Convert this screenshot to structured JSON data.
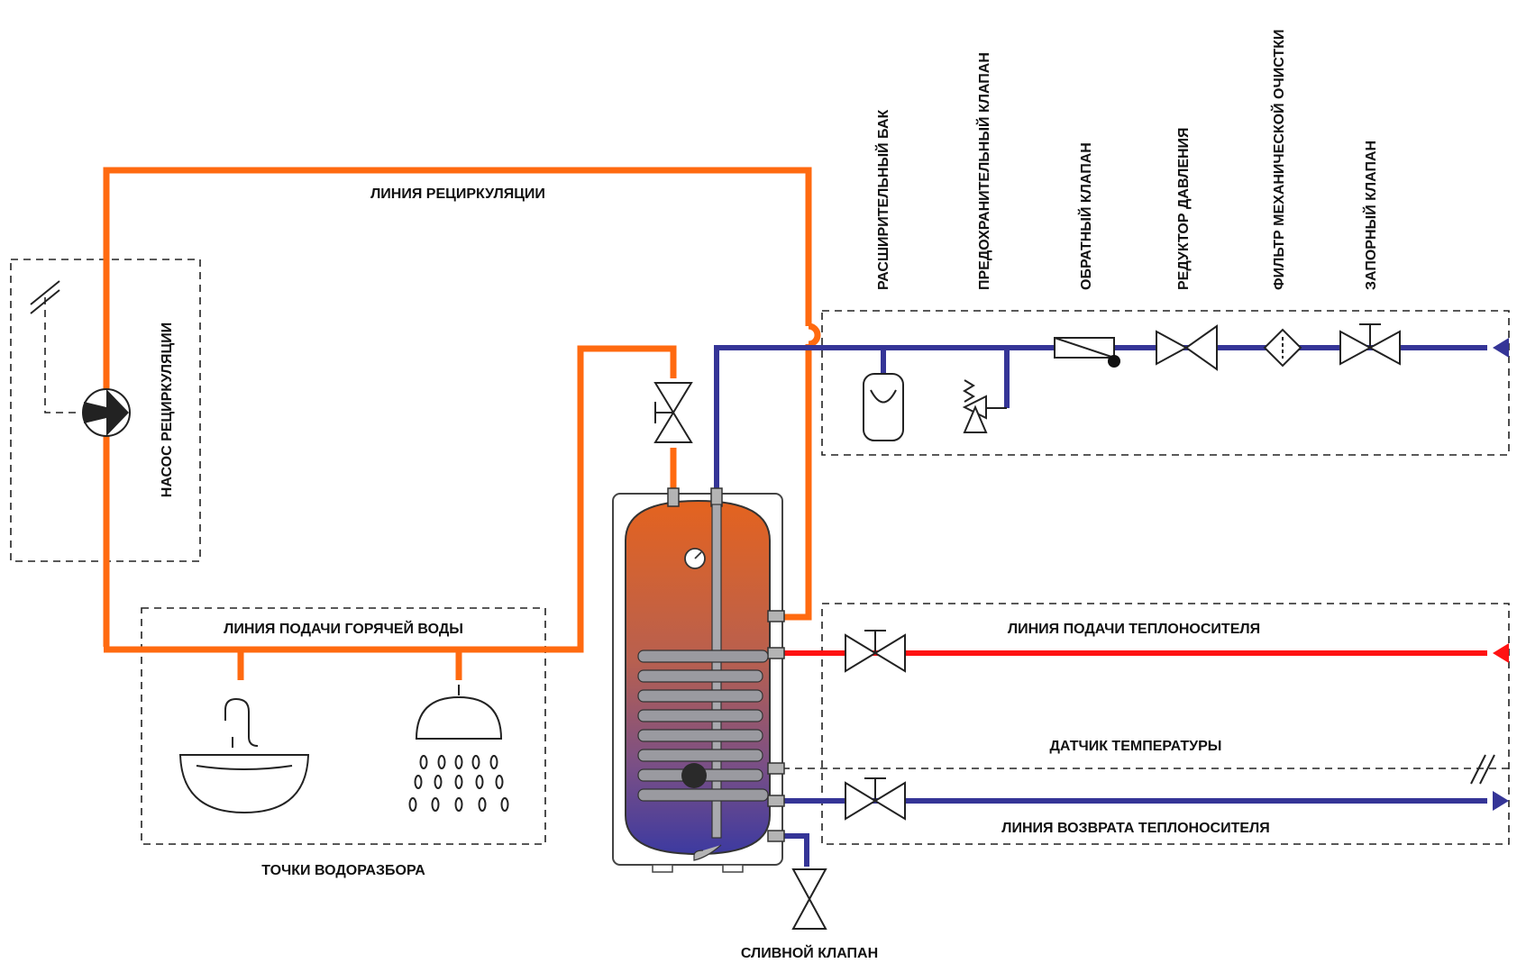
{
  "labels": {
    "recirc_line": "ЛИНИЯ РЕЦИРКУЛЯЦИИ",
    "recirc_pump": "НАСОС РЕЦИРКУЛЯЦИИ",
    "hot_supply": "ЛИНИЯ ПОДАЧИ ГОРЯЧЕЙ ВОДЫ",
    "draw_points": "ТОЧКИ ВОДОРАЗБОРА",
    "drain_valve": "СЛИВНОЙ КЛАПАН",
    "heat_supply": "ЛИНИЯ ПОДАЧИ ТЕПЛОНОСИТЕЛЯ",
    "temp_sensor": "ДАТЧИК ТЕМПЕРАТУРЫ",
    "heat_return": "ЛИНИЯ ВОЗВРАТА ТЕПЛОНОСИТЕЛЯ",
    "expansion_tank": "РАСШИРИТЕЛЬНЫЙ БАК",
    "safety_valve": "ПРЕДОХРАНИТЕЛЬНЫЙ КЛАПАН",
    "check_valve": "ОБРАТНЫЙ КЛАПАН",
    "pressure_reducer": "РЕДУКТОР ДАВЛЕНИЯ",
    "filter": "ФИЛЬТР МЕХАНИЧЕСКОЙ ОЧИСТКИ",
    "shutoff_valve": "ЗАПОРНЫЙ КЛАПАН"
  },
  "colors": {
    "hot_water": "#ff6a10",
    "cold_water": "#353597",
    "heat_supply": "#ff1212",
    "tank_top": "#e4631f",
    "tank_bottom": "#3d3aa0",
    "coil": "#9a9aa0"
  },
  "icons": [
    "recirculation-pump-icon",
    "expansion-tank-icon",
    "safety-valve-icon",
    "check-valve-icon",
    "pressure-reducer-icon",
    "filter-icon",
    "shutoff-valve-icon",
    "sink-icon",
    "shower-icon",
    "drain-valve-icon",
    "thermometer-icon",
    "temperature-sensor-icon"
  ]
}
